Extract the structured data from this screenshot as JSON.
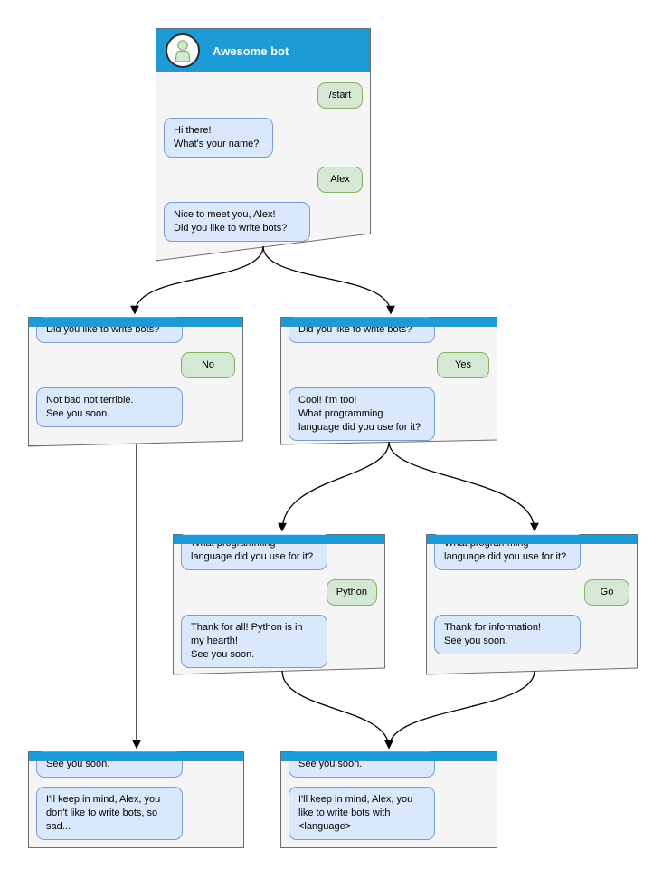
{
  "colors": {
    "header_blue": "#1d9bd7",
    "window_bg": "#f5f5f5",
    "window_border": "#6e6e6e",
    "bot_bubble_bg": "#dae8fc",
    "bot_bubble_border": "#7a9bd4",
    "user_bubble_bg": "#d5e8d4",
    "user_bubble_border": "#82b366",
    "arrow": "#000000"
  },
  "main_window": {
    "title": "Awesome bot",
    "avatar_icon": "person-icon",
    "messages": [
      {
        "from": "user",
        "text": "/start"
      },
      {
        "from": "bot",
        "text": "Hi there!\nWhat's your name?"
      },
      {
        "from": "user",
        "text": "Alex"
      },
      {
        "from": "bot",
        "text": "Nice to meet you, Alex!\nDid you like to write bots?"
      }
    ]
  },
  "branch_windows": [
    {
      "id": "branch-no",
      "messages": [
        {
          "from": "bot",
          "text": "Did you like to write bots?"
        },
        {
          "from": "user",
          "text": "No"
        },
        {
          "from": "bot",
          "text": "Not bad not terrible.\nSee you soon."
        }
      ]
    },
    {
      "id": "branch-yes",
      "messages": [
        {
          "from": "bot",
          "text": "Did you like to write bots?"
        },
        {
          "from": "user",
          "text": "Yes"
        },
        {
          "from": "bot",
          "text": "Cool! I'm too!\nWhat programming\nlanguage did you use for it?"
        }
      ]
    },
    {
      "id": "branch-python",
      "messages": [
        {
          "from": "bot",
          "text": "What programming\nlanguage did you use for it?"
        },
        {
          "from": "user",
          "text": "Python"
        },
        {
          "from": "bot",
          "text": "Thank for all! Python is in\nmy hearth!\nSee you soon."
        }
      ]
    },
    {
      "id": "branch-go",
      "messages": [
        {
          "from": "bot",
          "text": "What programming\nlanguage did you use for it?"
        },
        {
          "from": "user",
          "text": "Go"
        },
        {
          "from": "bot",
          "text": "Thank for information!\nSee you soon."
        }
      ]
    },
    {
      "id": "end-no",
      "messages": [
        {
          "from": "bot",
          "text": "See you soon."
        },
        {
          "from": "bot",
          "text": "I'll keep in mind, Alex, you\ndon't like to write bots, so\nsad..."
        }
      ]
    },
    {
      "id": "end-yes",
      "messages": [
        {
          "from": "bot",
          "text": "See you soon."
        },
        {
          "from": "bot",
          "text": "I'll keep in mind, Alex, you\nlike to write bots with\n<language>"
        }
      ]
    }
  ]
}
